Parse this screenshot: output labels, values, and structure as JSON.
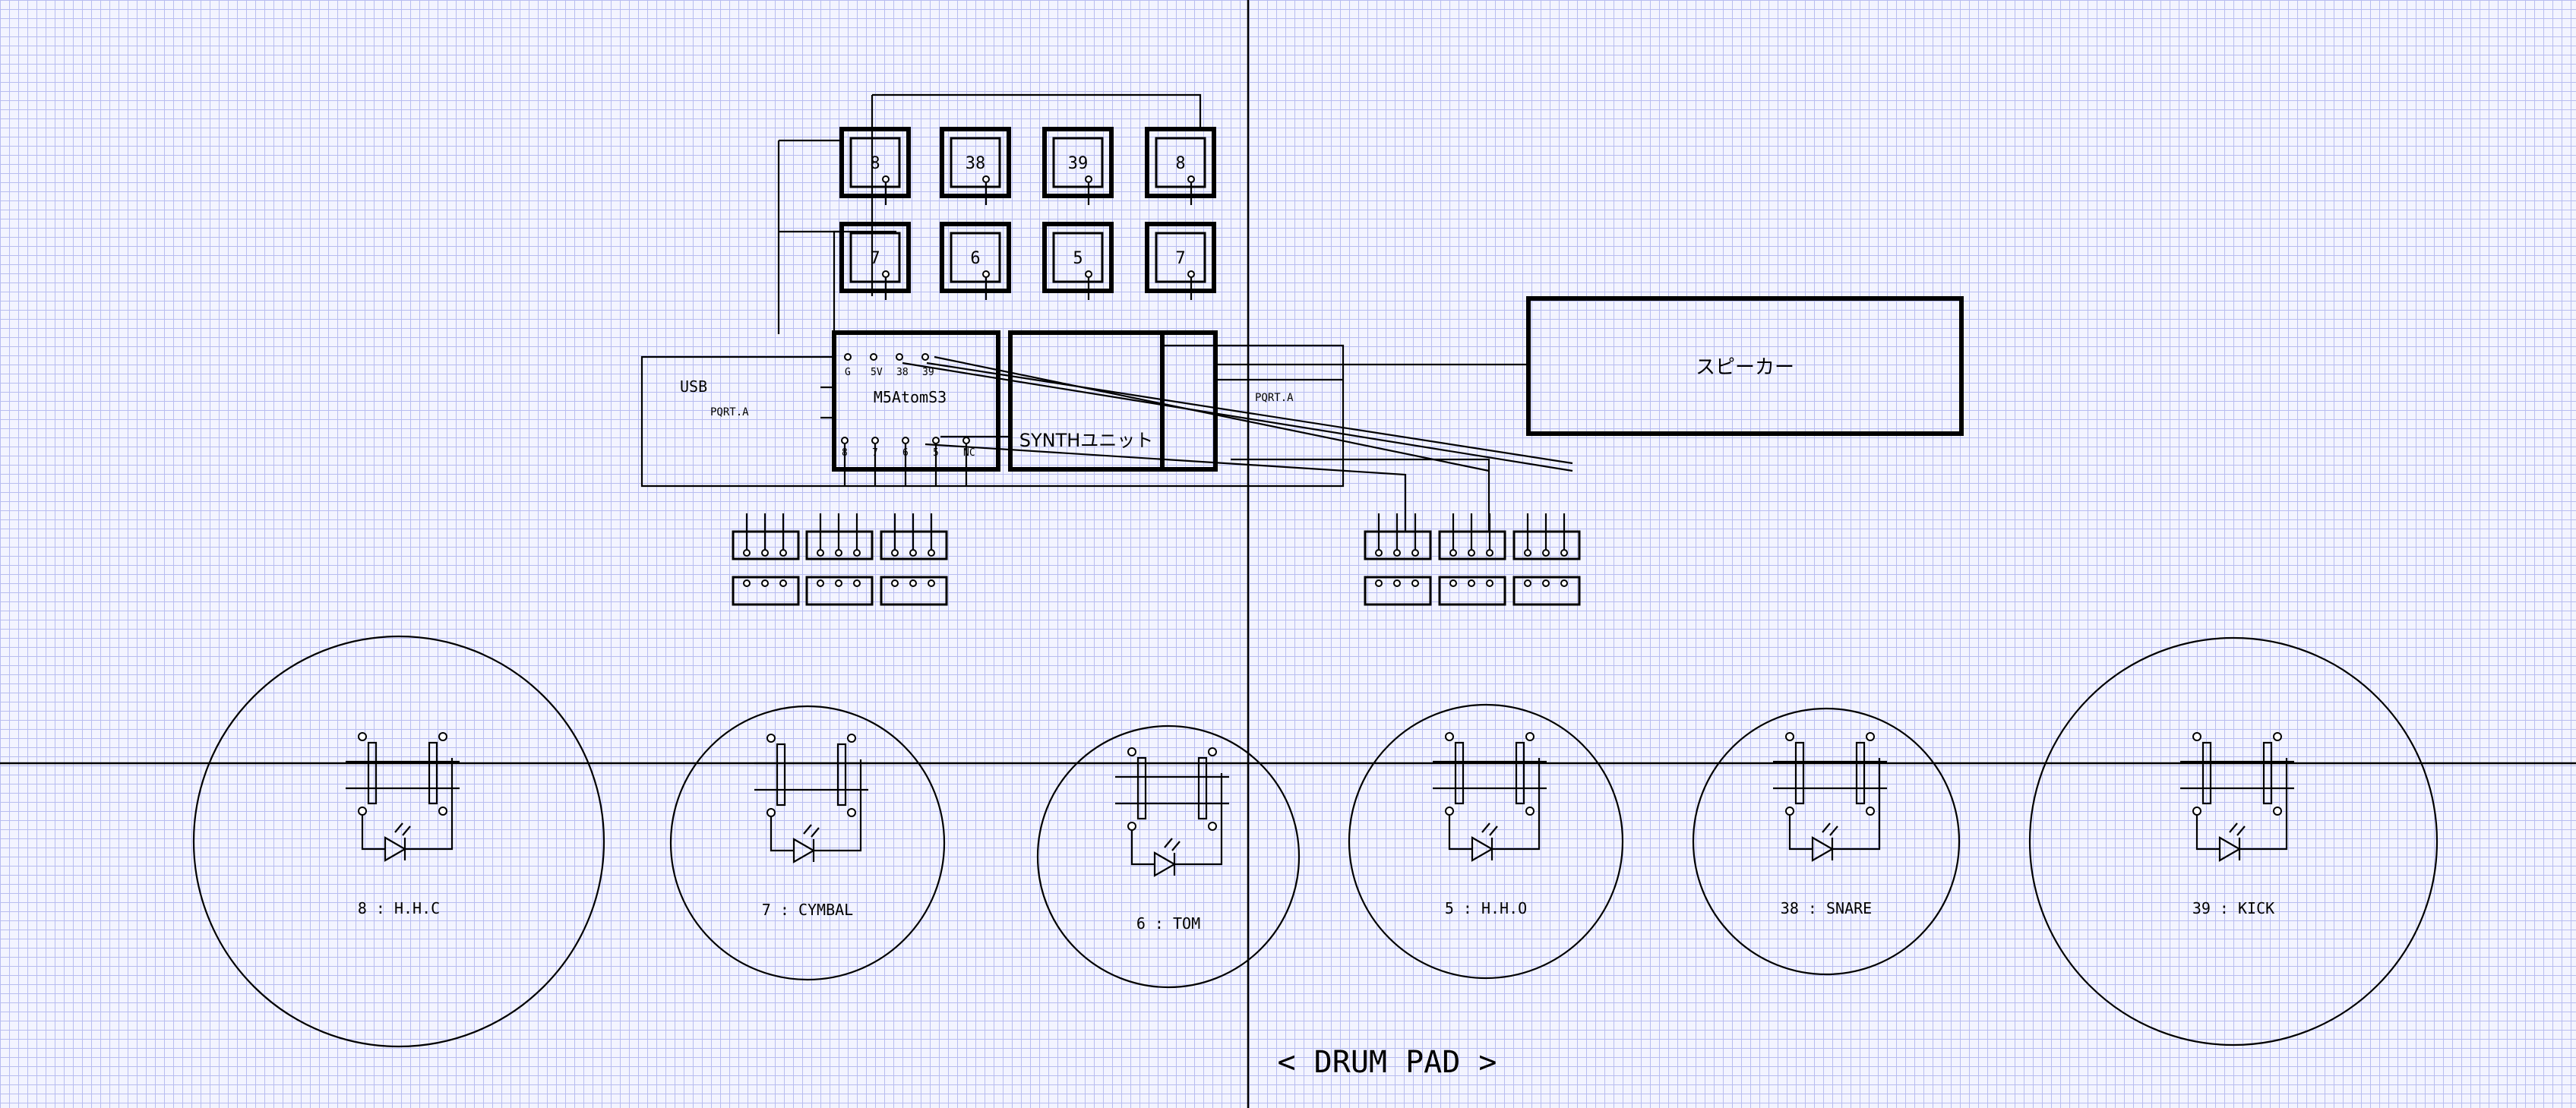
{
  "title": "< DRUM PAD >",
  "mcu": {
    "name": "M5AtomS3",
    "top_pins": [
      "G",
      "5V",
      "38",
      "39"
    ],
    "bottom_pins": [
      "8",
      "7",
      "6",
      "5",
      "NC"
    ]
  },
  "synth": {
    "name": "SYNTHユニット"
  },
  "speaker": {
    "name": "スピーカー"
  },
  "labels": {
    "usb": "USB",
    "port_a_left": "PQRT.A",
    "port_a_right": "PQRT.A"
  },
  "buttons": [
    "8",
    "38",
    "39",
    "8",
    "7",
    "6",
    "5",
    "7"
  ],
  "pads": [
    {
      "label": "8 : H.H.C"
    },
    {
      "label": "7 : CYMBAL"
    },
    {
      "label": "6 : TOM"
    },
    {
      "label": "5 : H.H.O"
    },
    {
      "label": "38 : SNARE"
    },
    {
      "label": "39 : KICK"
    }
  ]
}
